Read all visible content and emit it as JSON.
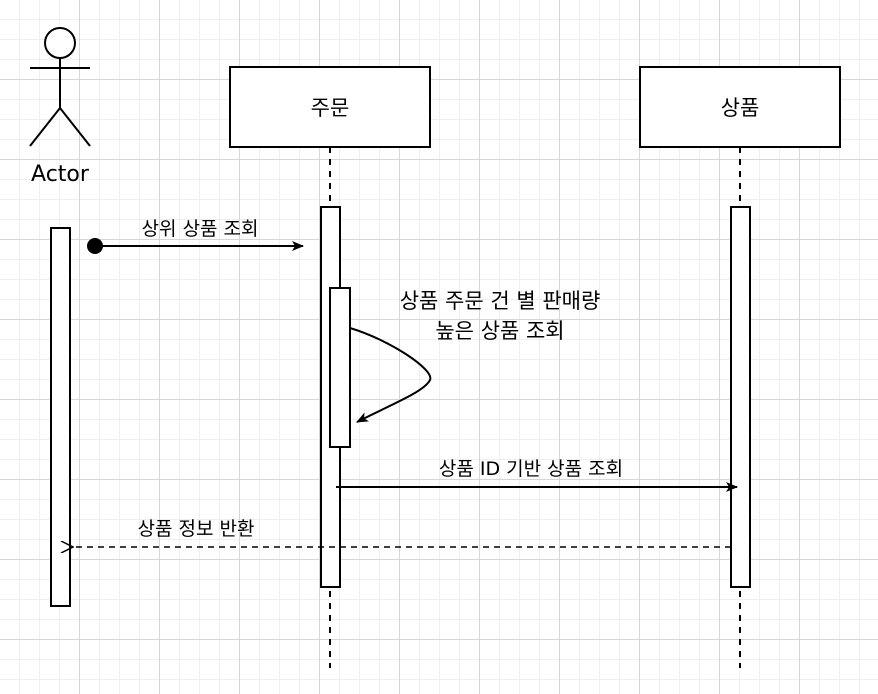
{
  "actor": {
    "label": "Actor"
  },
  "lifelines": {
    "order": "주문",
    "product": "상품"
  },
  "messages": {
    "request": "상위 상품 조회",
    "self_call_line1": "상품 주문 건 별 판매량",
    "self_call_line2": "높은 상품 조회",
    "product_lookup": "상품 ID 기반 상품 조회",
    "response": "상품 정보 반환"
  },
  "colors": {
    "stroke": "#000000",
    "fill": "#ffffff",
    "grid_major": "#d6d6d6",
    "grid_minor": "#efefef"
  }
}
